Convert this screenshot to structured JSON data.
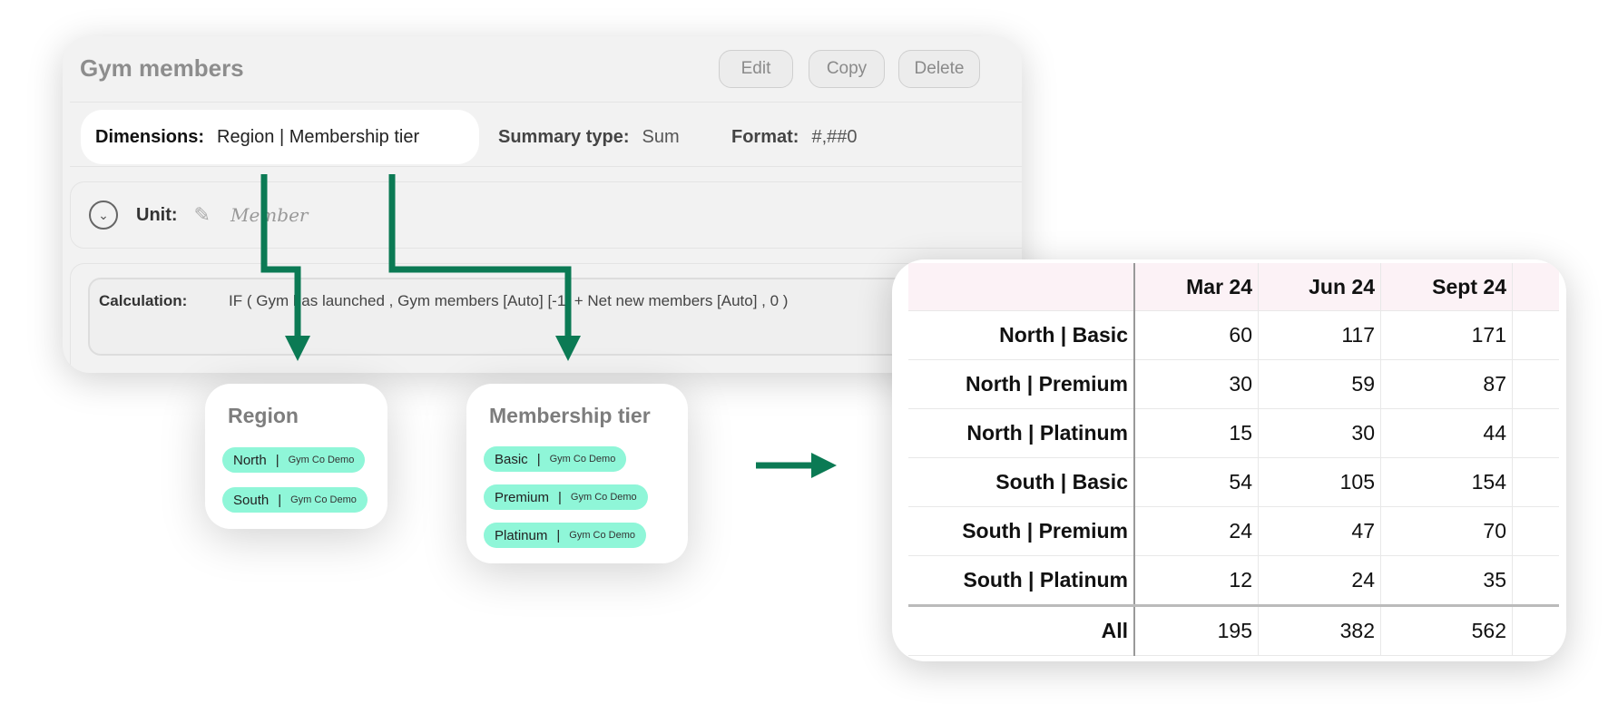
{
  "card": {
    "title": "Gym members",
    "buttons": {
      "edit": "Edit",
      "copy": "Copy",
      "delete": "Delete"
    },
    "dimensions": {
      "label": "Dimensions:",
      "value": "Region | Membership tier"
    },
    "summary_type": {
      "label": "Summary type:",
      "value": "Sum"
    },
    "format": {
      "label": "Format:",
      "value": "#,##0"
    },
    "unit": {
      "label": "Unit:",
      "value": "Member"
    },
    "calculation": {
      "label": "Calculation:",
      "value": "IF ( Gym has launched , Gym members [Auto]  [-1] + Net new members [Auto] , 0 )"
    }
  },
  "region_card": {
    "title": "Region",
    "items": [
      {
        "name": "North",
        "org": "Gym Co Demo"
      },
      {
        "name": "South",
        "org": "Gym Co Demo"
      }
    ]
  },
  "tier_card": {
    "title": "Membership tier",
    "items": [
      {
        "name": "Basic",
        "org": "Gym Co Demo"
      },
      {
        "name": "Premium",
        "org": "Gym Co Demo"
      },
      {
        "name": "Platinum",
        "org": "Gym Co Demo"
      }
    ]
  },
  "table": {
    "columns": [
      "Mar 24",
      "Jun 24",
      "Sept 24"
    ],
    "rows": [
      {
        "label": "North | Basic",
        "values": [
          "60",
          "117",
          "171"
        ]
      },
      {
        "label": "North | Premium",
        "values": [
          "30",
          "59",
          "87"
        ]
      },
      {
        "label": "North | Platinum",
        "values": [
          "15",
          "30",
          "44"
        ]
      },
      {
        "label": "South | Basic",
        "values": [
          "54",
          "105",
          "154"
        ]
      },
      {
        "label": "South | Premium",
        "values": [
          "24",
          "47",
          "70"
        ]
      },
      {
        "label": "South | Platinum",
        "values": [
          "12",
          "24",
          "35"
        ]
      }
    ],
    "total": {
      "label": "All",
      "values": [
        "195",
        "382",
        "562"
      ]
    }
  },
  "colors": {
    "arrow": "#0b7a54",
    "tag": "#8ff6d8",
    "header": "#fcf2f6"
  }
}
